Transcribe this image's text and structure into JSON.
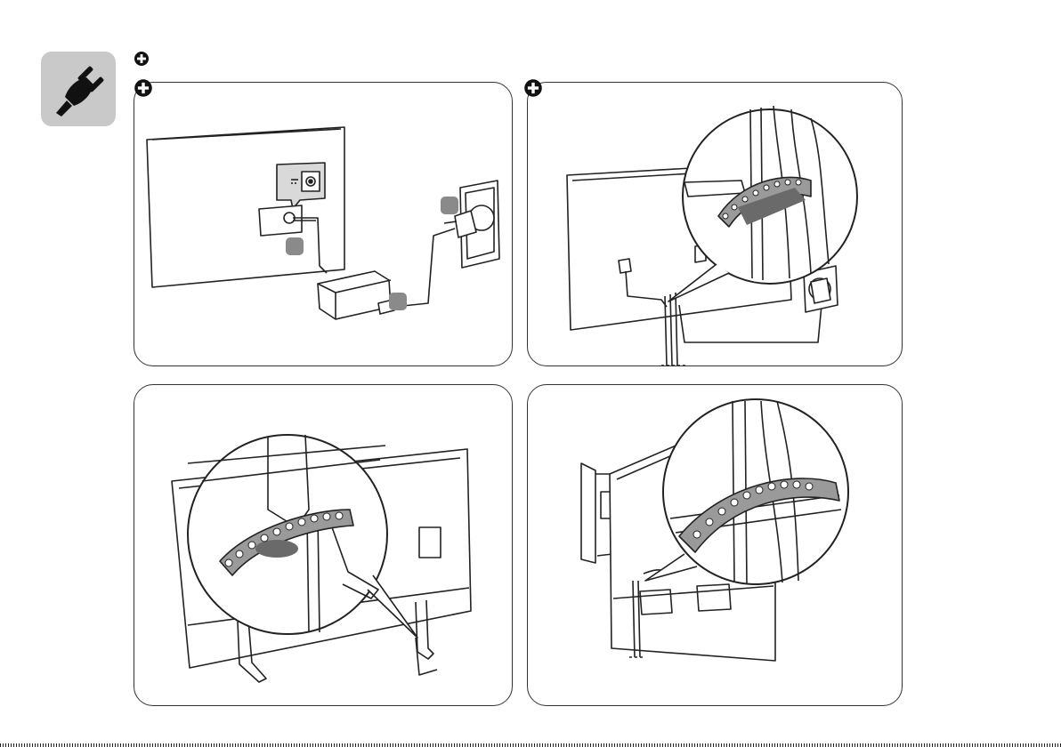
{
  "colors": {
    "tile": "#c9c9c9",
    "stroke": "#222222",
    "badge": "#8a8a8a",
    "tie": "#9a9a9a",
    "tie_dark": "#6a6a6a"
  },
  "icons": {
    "header": "power-plug-icon",
    "panel_marker": "plus-circle-icon"
  },
  "panels": [
    {
      "name": "adapter-connection-panel",
      "step_badges": 3
    },
    {
      "name": "cable-tie-wall-outlet-panel",
      "step_badges": 0
    },
    {
      "name": "stand-cable-tie-panel",
      "step_badges": 0
    },
    {
      "name": "wall-mount-cable-tie-panel",
      "step_badges": 0
    }
  ]
}
